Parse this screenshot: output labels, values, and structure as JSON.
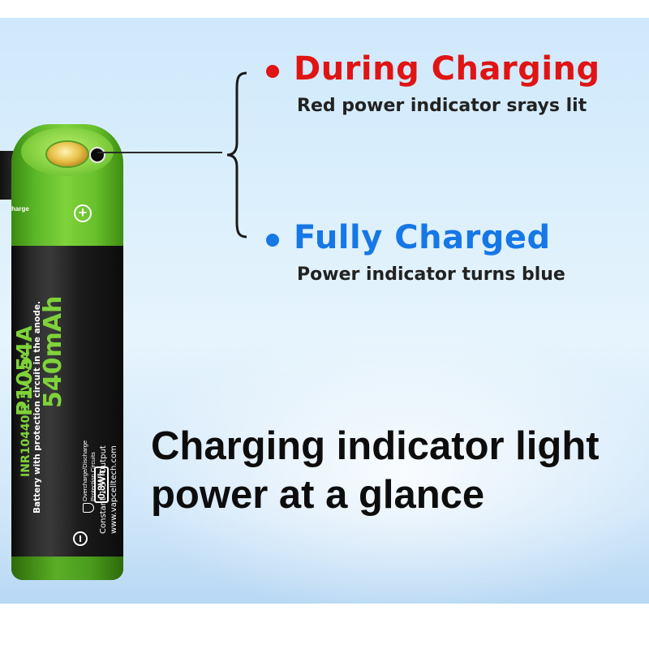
{
  "colors": {
    "charging": "#e01414",
    "charged": "#1677e6",
    "battery_green": "#7fd23a",
    "background": "#d9eefc"
  },
  "statuses": [
    {
      "title": "During Charging",
      "description": "Red power indicator srays lit",
      "color": "#e01414"
    },
    {
      "title": "Fully Charged",
      "description": "Power indicator turns blue",
      "color": "#1677e6"
    }
  ],
  "headline": {
    "line1": "Charging indicator light",
    "line2": "power at a glance"
  },
  "battery": {
    "side_label": "harge",
    "model": "INR10440 1.5V  AAA",
    "capacity": "540mAh",
    "part": "P1054A",
    "description": "Battery with protection circuit in the anode.",
    "energy": "0.8Wh",
    "protection_1": "Overcharge/Discharge",
    "protection_2": "Protection Circuits",
    "output": "Constant 1.5V Output",
    "website": "www.vapcelltech.com",
    "icons": [
      "plus-terminal-icon",
      "minus-terminal-icon",
      "shield-icon"
    ]
  }
}
